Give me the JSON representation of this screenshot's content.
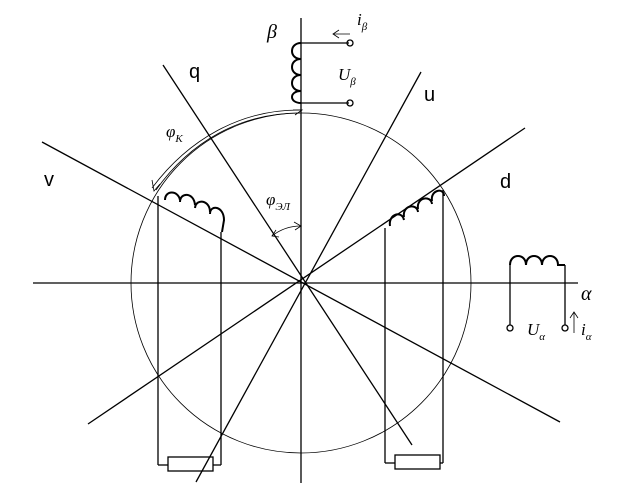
{
  "axes": {
    "beta": "β",
    "alpha": "α",
    "q": "q",
    "u": "u",
    "v": "v",
    "d": "d"
  },
  "angles": {
    "phi_k": {
      "symbol": "φ",
      "sub": "К"
    },
    "phi_el": {
      "symbol": "φ",
      "sub": "ЭЛ"
    }
  },
  "beta_winding": {
    "current": {
      "symbol": "i",
      "sub": "β"
    },
    "voltage": {
      "symbol": "U",
      "sub": "β"
    }
  },
  "alpha_winding": {
    "current": {
      "symbol": "i",
      "sub": "α"
    },
    "voltage": {
      "symbol": "U",
      "sub": "α"
    }
  }
}
